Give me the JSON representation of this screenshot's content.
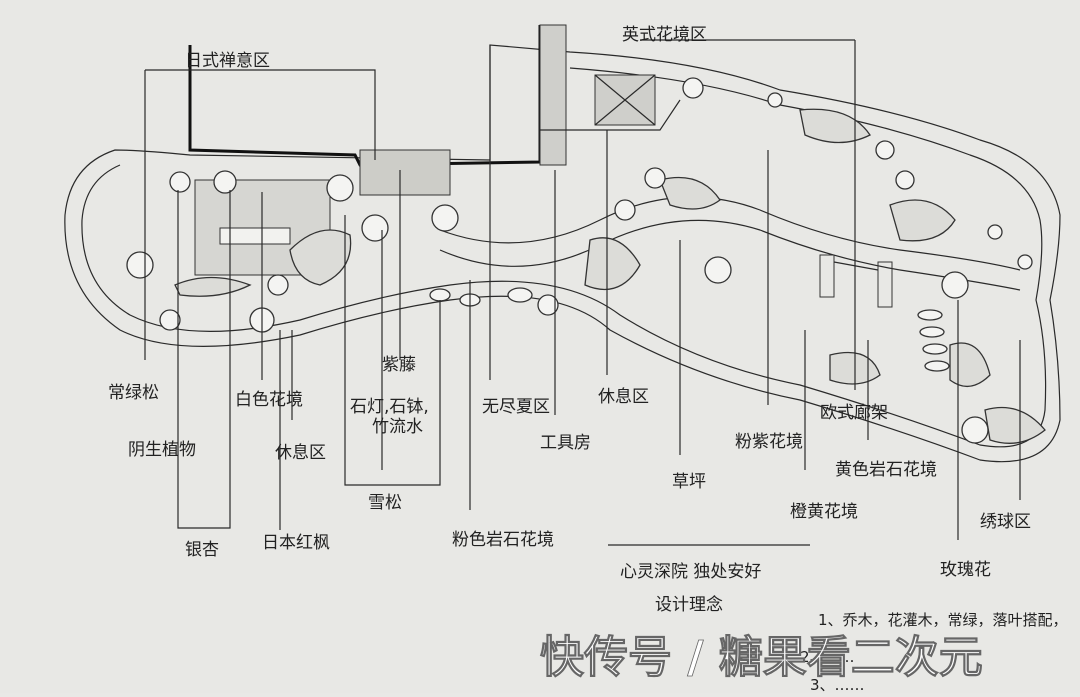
{
  "zones": {
    "japanese_zen": "日式禅意区",
    "english_border": "英式花境区"
  },
  "labels": {
    "evergreen_pine": "常绿松",
    "shade_plants": "阴生植物",
    "ginkgo": "银杏",
    "white_flower_border": "白色花境",
    "rest_area_left": "休息区",
    "japanese_maple": "日本红枫",
    "purple_wisteria": "紫藤",
    "stone_lantern": "石灯,石钵,",
    "bamboo_water": "竹流水",
    "cedar": "雪松",
    "infinite_pool": "无尽夏区",
    "pink_rock_border": "粉色岩石花境",
    "tool_shed": "工具房",
    "rest_area_mid": "休息区",
    "lawn": "草坪",
    "pink_purple_border": "粉紫花境",
    "euro_pergola": "欧式廊架",
    "orange_yellow_border": "橙黄花境",
    "yellow_rock_border": "黄色岩石花境",
    "hydrangea_zone": "绣球区",
    "rose": "玫瑰花"
  },
  "concept": {
    "headline": "心灵深院 独处安好",
    "title": "设计理念",
    "line1": "1、乔木，花灌木，常绿，落叶搭配，",
    "line2": "2、……",
    "line3": "3、……"
  },
  "watermark": "快传号 / 糖果看二次元"
}
